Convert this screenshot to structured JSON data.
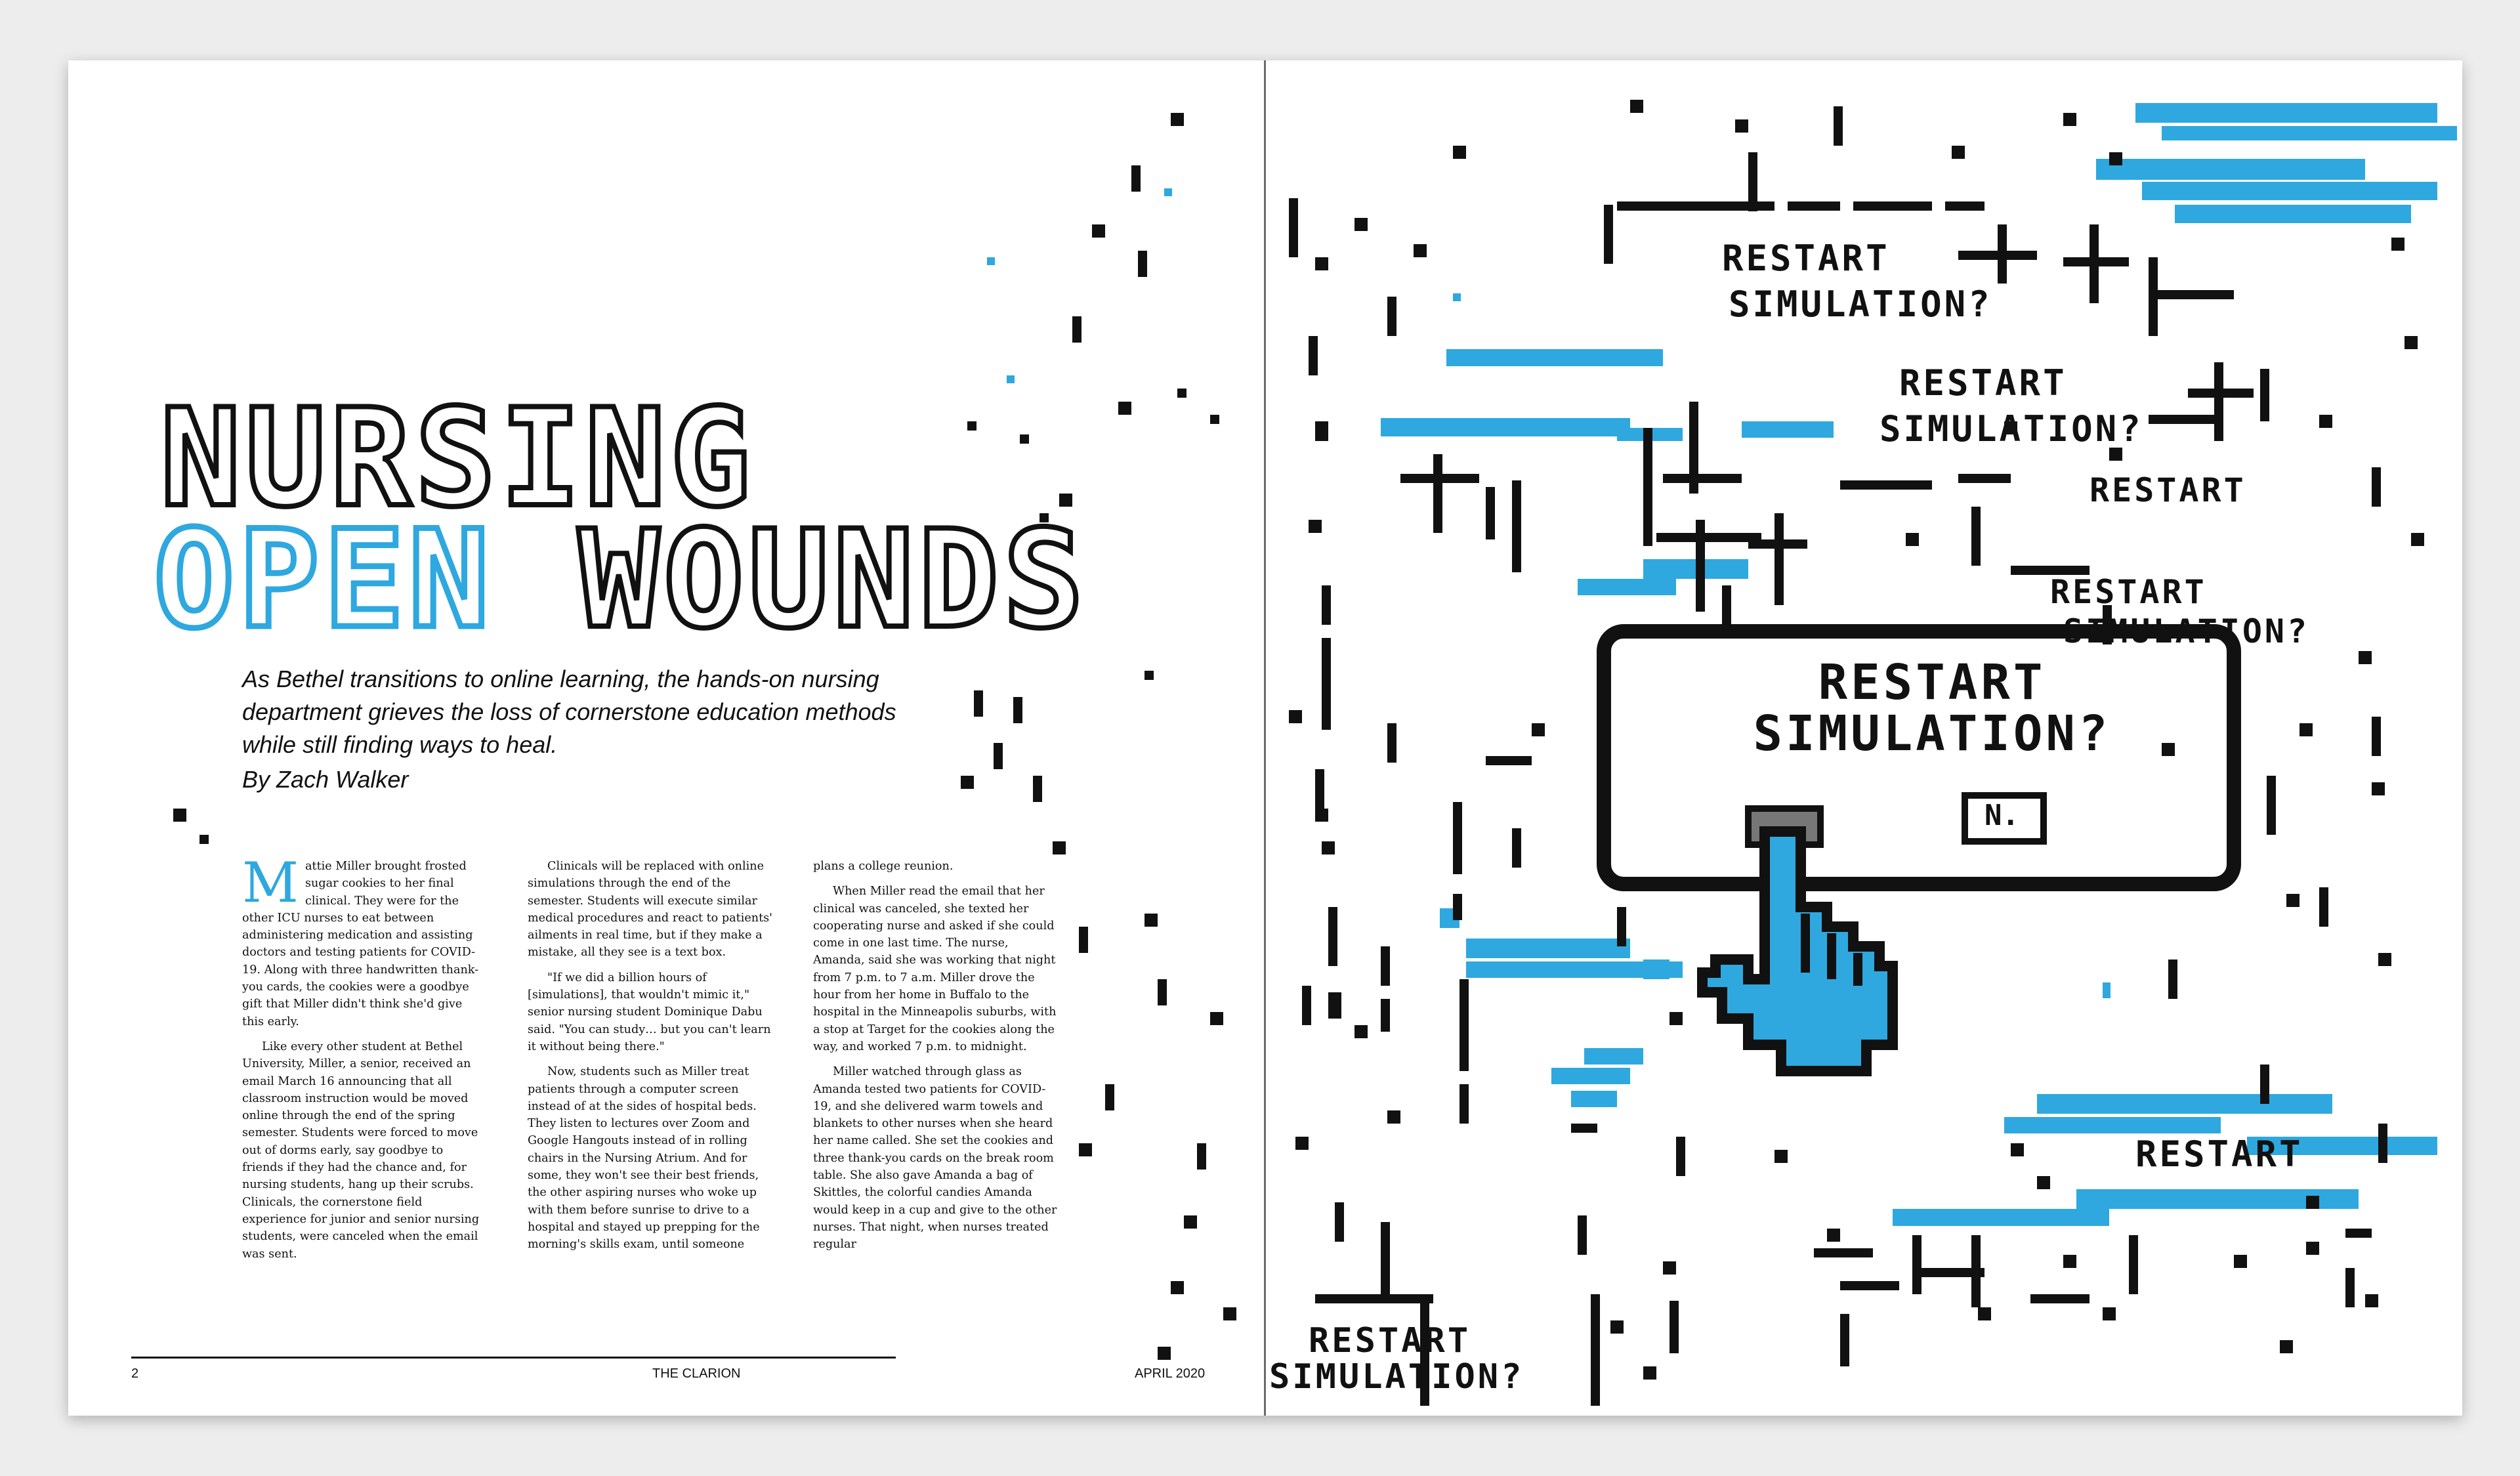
{
  "headline": {
    "line1": "NURSING",
    "line2_blue": "OPEN",
    "line2_black": "WOUNDS"
  },
  "dek": "As Bethel transitions to online learning, the hands-on nursing department grieves the loss of cornerstone education methods while still finding ways to heal.",
  "byline": "By Zach Walker",
  "body": {
    "dropcap": "M",
    "col1": [
      "attie Miller brought frosted sugar cookies to her final clinical. They were for the other ICU nurses to eat between administering medication and assisting doctors and testing patients for COVID-19. Along with three handwritten thank-you cards, the cookies were a goodbye gift that Miller didn't think she'd give this early.",
      "Like every other student at Bethel University, Miller, a senior, received an email March 16 announcing that all classroom instruction would be moved online through the end of the spring semester. Students were forced to move out of dorms early, say goodbye to friends if they had the chance and, for nursing students, hang up their scrubs. Clinicals, the cornerstone field experience for junior and senior nursing students, were canceled when the email was sent."
    ],
    "col2": [
      "Clinicals will be replaced with online simulations through the end of the semester. Students will execute similar medical procedures and react to patients' ailments in real time, but if they make a mistake, all they see is a text box.",
      "\"If we did a billion hours of [simulations], that wouldn't mimic it,\" senior nursing student Dominique Dabu said. \"You can study… but you can't learn it without being there.\"",
      "Now, students such as Miller treat patients through a computer screen instead of at the sides of hospital beds. They listen to lectures over Zoom and Google Hangouts instead of in rolling chairs in the Nursing Atrium. And for some, they won't see their best friends, the other aspiring nurses who woke up with them before sunrise to drive to a hospital and stayed up prepping for the morning's skills exam, until someone"
    ],
    "col3": [
      "plans a college reunion.",
      "When Miller read the email that her clinical was canceled, she texted her cooperating nurse and asked if she could come in one last time. The nurse, Amanda, said she was working that night from 7 p.m. to 7 a.m. Miller drove the hour from her home in Buffalo to the hospital in the Minneapolis suburbs, with a stop at Target for the cookies along the way, and worked 7 p.m. to midnight.",
      "Miller watched through glass as Amanda tested two patients for COVID-19, and she delivered warm towels and blankets to other nurses when she heard her name called. She set the cookies and three thank-you cards on the break room table. She also gave Amanda a bag of Skittles, the colorful candies Amanda would keep in a cup and give to the other nurses. That night, when nurses treated regular"
    ]
  },
  "footer": {
    "page_number": "2",
    "publication": "THE CLARION",
    "date": "APRIL 2020"
  },
  "illustration": {
    "popup_line1": "RESTART",
    "popup_line2": "SIMULATION?",
    "no_button": "N.",
    "ghost_text": [
      "RESTART",
      "SIMULATION?"
    ],
    "colors": {
      "accent": "#2ea8df",
      "ink": "#111111"
    }
  }
}
